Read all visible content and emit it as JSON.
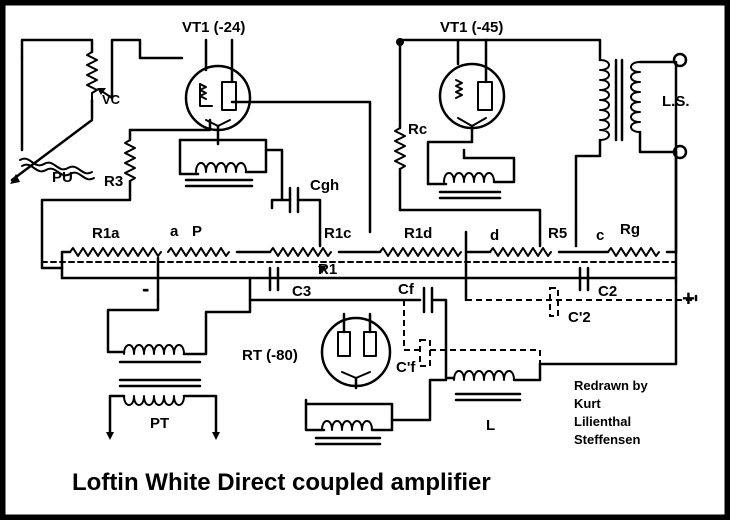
{
  "title": "Loftin White Direct coupled amplifier",
  "credit": [
    "Redrawn by",
    "Kurt",
    "Lilienthal",
    "Steffensen"
  ],
  "tubes": {
    "vt1_a": "VT1 (-24)",
    "vt1_b": "VT1 (-45)",
    "rt": "RT (-80)"
  },
  "labels": {
    "vc": "VC",
    "pu": "PU",
    "r3": "R3",
    "rc": "Rc",
    "cgh": "Cgh",
    "ls": "L.S.",
    "r1a": "R1a",
    "a": "a",
    "p": "P",
    "r1c": "R1c",
    "r1d": "R1d",
    "d": "d",
    "r5": "R5",
    "c": "c",
    "rg": "Rg",
    "r1": "R1",
    "c3": "C3",
    "cf": "Cf",
    "c2": "C2",
    "c2p": "C'2",
    "cfp": "C'f",
    "pt": "PT",
    "l": "L",
    "minus": "-",
    "plus": "+",
    "r1_arrow": "v"
  }
}
